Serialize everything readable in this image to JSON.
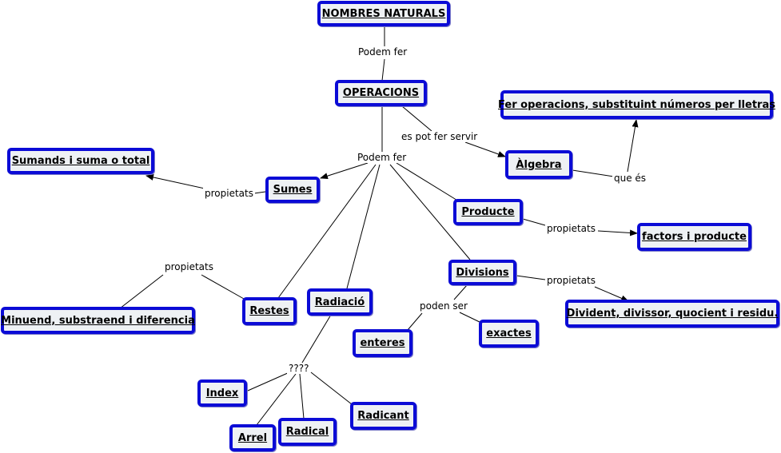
{
  "concepts": {
    "nombres_naturals": "NOMBRES NATURALS",
    "operacions": "OPERACIONS",
    "fer_operacions": "Fer operacions, substituint números per lletras",
    "algebra": "Àlgebra",
    "sumands": "Sumands i suma o total",
    "sumes": "Sumes",
    "producte": "Producte",
    "factors": "factors i producte",
    "divisions": "Divisions",
    "divident": "Divident, divissor, quocient i residu.",
    "minuend": "Minuend, substraend i diferencia",
    "restes": "Restes",
    "radiacio": "Radiació",
    "enteres": "enteres",
    "exactes": "exactes",
    "index": "Index",
    "arrel": "Arrel",
    "radical": "Radical",
    "radicant": "Radicant"
  },
  "links": {
    "podem_fer_top": "Podem fer",
    "podem_fer_mid": "Podem fer",
    "es_pot_fer_servir": "es pot fer servir",
    "que_es": "que és",
    "propietats_sumes": "propietats",
    "propietats_producte": "propietats",
    "propietats_restes": "propietats",
    "propietats_divisions": "propietats",
    "poden_ser": "poden ser",
    "radiacio_q": "????"
  },
  "colors": {
    "node_border": "#0b0bd6",
    "node_fill": "#eef1f4",
    "line": "#000000"
  }
}
